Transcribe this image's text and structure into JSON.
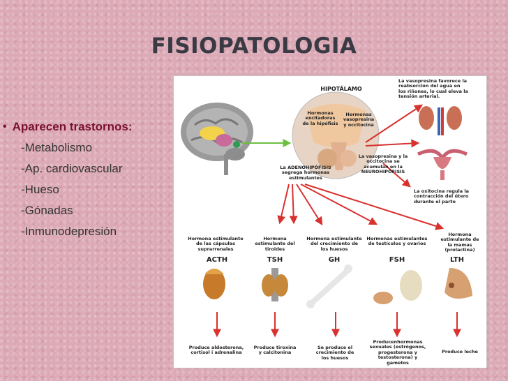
{
  "title": "FISIOPATOLOGIA",
  "bullet": {
    "heading": "Aparecen trastornos:",
    "items": [
      "-Metabolismo",
      "-Ap. cardiovascular",
      "-Hueso",
      "-Gónadas",
      "-Inmunodepresión"
    ]
  },
  "diagram": {
    "hipotalamo": "HIPOTÁLAMO",
    "excitadoras": "Hormonas excitadoras de la hipófisis",
    "vasopresina": "Hormonas vasopresina y occitocina",
    "adenohipofisis": "La ADENOHIPÓFISIS segrega hormonas estimulantes",
    "neurohipofisis": "La vasopresina y la occitocina se acumulan en la NEUROHIPÓFISIS",
    "vasopresina_note": "La vasopresina favorece la reabsorción del agua en los riñones, lo cual eleva la tensión arterial.",
    "oxitocina_note": "La oxitocina regula la contracción del útero durante el parto",
    "hormones": [
      {
        "code": "ACTH",
        "desc": "Hormona estimulante de las cápsulas suprarrenales",
        "effect": "Produce aldosterona, cortisol i adrenalina"
      },
      {
        "code": "TSH",
        "desc": "Hormona estimulante del tiroides",
        "effect": "Produce tiroxina y calcitonina"
      },
      {
        "code": "GH",
        "desc": "Hormona estimulante del crecimiento de los huesos",
        "effect": "Se produce el crecimiento de los huesos"
      },
      {
        "code": "FSH",
        "desc": "Hormonas estimulantes de testículos y ovarios",
        "effect": "Producenhormonas sexuales (estrógenos, progesterona y testosterona) y gametos"
      },
      {
        "code": "LTH",
        "desc": "Hormona estimulante de la mamas (prolactina)",
        "effect": "Produce leche"
      }
    ]
  }
}
